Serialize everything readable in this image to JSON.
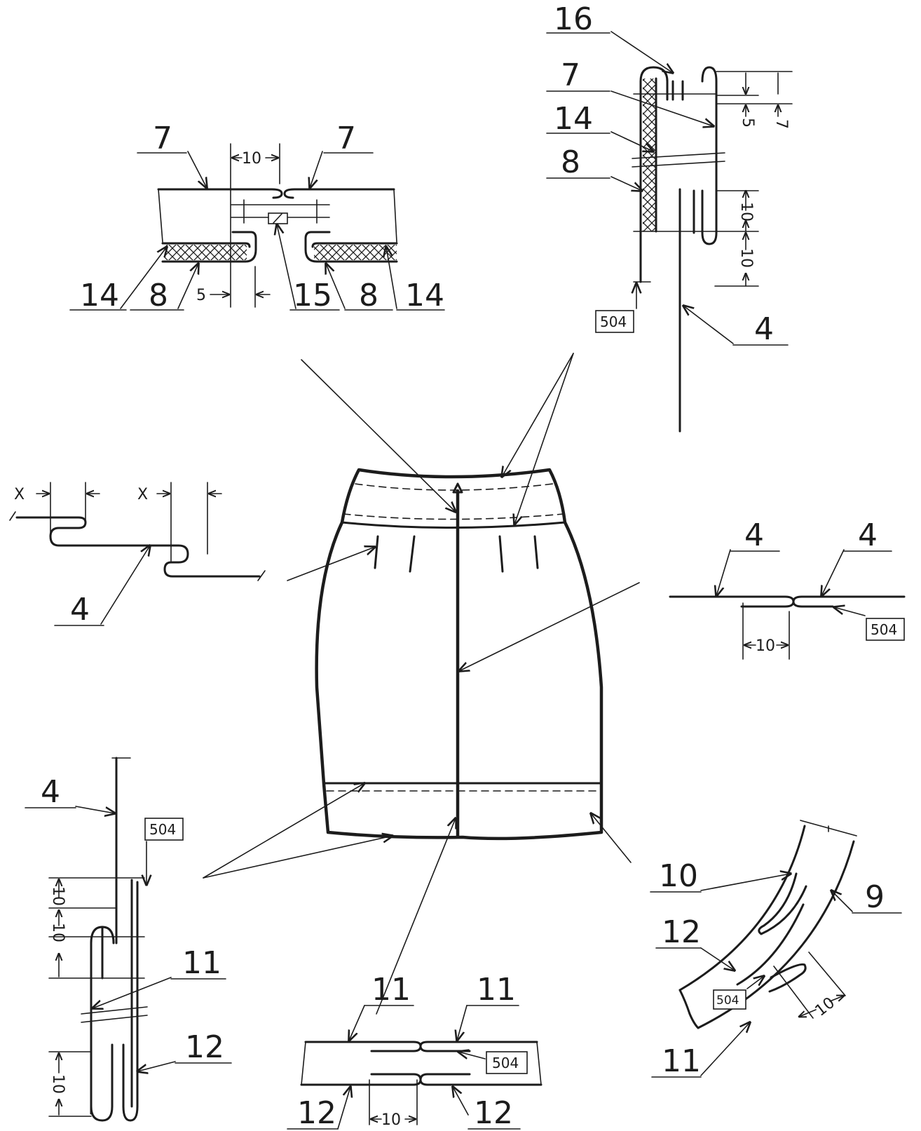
{
  "labels": {
    "top_left": {
      "l7a": "7",
      "l7b": "7",
      "l14a": "14",
      "l8a": "8",
      "l15": "15",
      "l8b": "8",
      "l14b": "14"
    },
    "top_right": {
      "l16": "16",
      "l7": "7",
      "l14": "14",
      "l8": "8",
      "l4": "4"
    },
    "mid_left": {
      "l4": "4"
    },
    "mid_right": {
      "l4a": "4",
      "l4b": "4"
    },
    "bot_left": {
      "l4": "4",
      "l11": "11",
      "l12": "12"
    },
    "bot_center": {
      "l11a": "11",
      "l11b": "11",
      "l12a": "12",
      "l12b": "12"
    },
    "bot_right": {
      "l10": "10",
      "l9": "9",
      "l12": "12",
      "l11": "11"
    }
  },
  "dimensions": {
    "top_left": {
      "d10": "10",
      "d5": "5"
    },
    "top_right": {
      "d5": "5",
      "d7": "7",
      "d10a": "10",
      "d10b": "10"
    },
    "mid_left": {
      "x1": "X",
      "x2": "X"
    },
    "mid_right": {
      "d10": "10"
    },
    "bot_left": {
      "d10a": "10",
      "d10b": "10",
      "d10c": "10"
    },
    "bot_center": {
      "d10": "10"
    },
    "bot_right": {
      "d10": "10"
    }
  },
  "stitch_codes": {
    "top_right": "504",
    "mid_right": "504",
    "bot_left": "504",
    "bot_center": "504",
    "bot_right": "504"
  },
  "colors": {
    "ink": "#1c1c1c",
    "paper": "#ffffff"
  }
}
